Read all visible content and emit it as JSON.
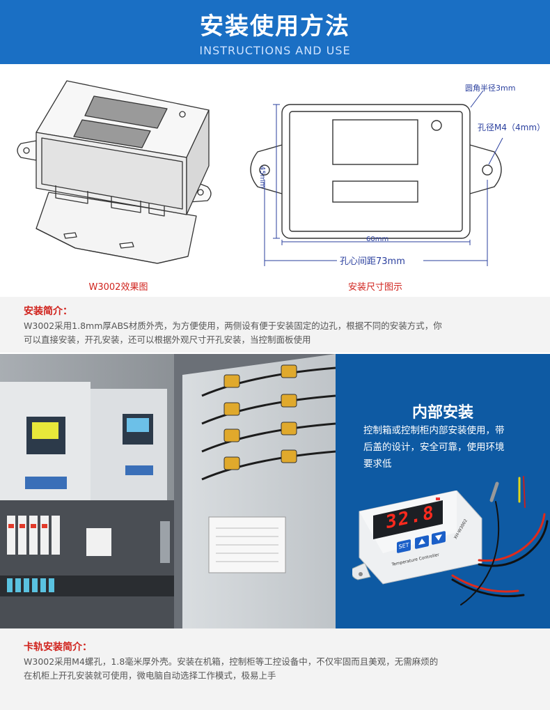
{
  "header": {
    "title": "安装使用方法",
    "subtitle": "INSTRUCTIONS AND USE"
  },
  "diagram_left": {
    "caption": "W3002效果图"
  },
  "diagram_right": {
    "caption": "安装尺寸图示",
    "corner_radius_label": "圆角半径3mm",
    "hole_label": "孔径M4（4mm）",
    "height_label": "45mm",
    "width_label": "60mm",
    "hole_spacing_label": "孔心间距73mm"
  },
  "intro": {
    "title": "安装简介：",
    "line1": "W3002采用1.8mm厚ABS材质外壳，为方便使用，两侧设有便于安装固定的边孔，根据不同的安装方式，你",
    "line2": "可以直接安装，开孔安装，还可以根据外观尺寸开孔安装，当控制面板使用"
  },
  "internal_install": {
    "title": "内部安装",
    "line1": "控制箱或控制柜内部安装使用，带",
    "line2": "后盖的设计，安全可靠，使用环境",
    "line3": "要求低",
    "display_value": "32.8",
    "device_label": "Temperature Controller",
    "model_label": "XH-W3002",
    "set_button": "SET"
  },
  "rail_intro": {
    "title": "卡轨安装简介：",
    "line1": "W3002采用M4螺孔，1.8毫米厚外壳。安装在机箱，控制柜等工控设备中，不仅牢固而且美观，无需麻烦的",
    "line2": "在机柜上开孔安装就可使用，微电脑自动选择工作模式，极易上手"
  },
  "colors": {
    "header_blue": "#1a6fc4",
    "accent_red": "#d0221c",
    "panel_blue": "#0e5aa3",
    "dimension_blue": "#2a3f9e"
  }
}
